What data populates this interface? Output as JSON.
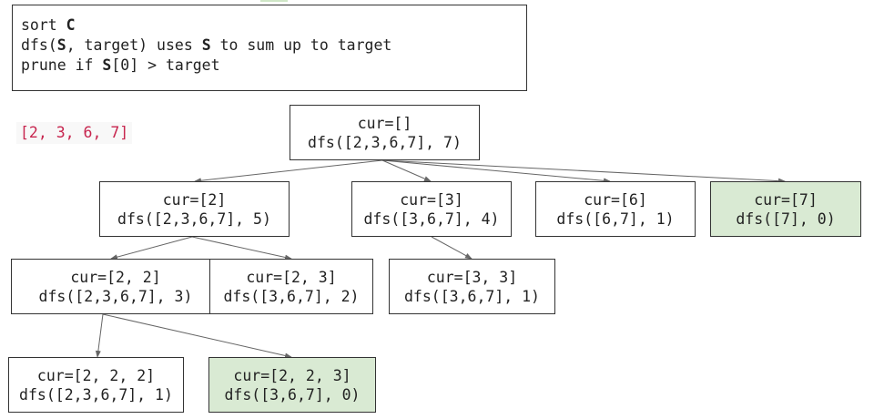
{
  "description": {
    "line1": {
      "prefix": "sort ",
      "bold": "C"
    },
    "line2": {
      "prefix": "dfs(",
      "bold1": "S",
      "mid": ", target) uses ",
      "bold2": "S",
      "suffix": " to sum up to target"
    },
    "line3": {
      "prefix": "prune if ",
      "bold": "S",
      "suffix": "[0] > target"
    }
  },
  "candidates_label": "[2, 3, 6, 7]",
  "colors": {
    "border": "#333333",
    "success_fill": "#d9ead3",
    "edge": "#666666",
    "code_text": "#c7254e"
  },
  "nodes": [
    {
      "id": "n0",
      "cur": "cur=[]",
      "call": "dfs([2,3,6,7], 7)",
      "success": false
    },
    {
      "id": "n1",
      "cur": "cur=[2]",
      "call": "dfs([2,3,6,7], 5)",
      "success": false
    },
    {
      "id": "n2",
      "cur": "cur=[3]",
      "call": "dfs([3,6,7], 4)",
      "success": false
    },
    {
      "id": "n3",
      "cur": "cur=[6]",
      "call": "dfs([6,7], 1)",
      "success": false
    },
    {
      "id": "n4",
      "cur": "cur=[7]",
      "call": "dfs([7], 0)",
      "success": true
    },
    {
      "id": "n5",
      "cur": "cur=[2, 2]",
      "call": "dfs([2,3,6,7], 3)",
      "success": false
    },
    {
      "id": "n6",
      "cur": "cur=[2, 3]",
      "call": "dfs([3,6,7], 2)",
      "success": false
    },
    {
      "id": "n7",
      "cur": "cur=[3, 3]",
      "call": "dfs([3,6,7], 1)",
      "success": false
    },
    {
      "id": "n8",
      "cur": "cur=[2, 2, 2]",
      "call": "dfs([2,3,6,7], 1)",
      "success": false
    },
    {
      "id": "n9",
      "cur": "cur=[2, 2, 3]",
      "call": "dfs([3,6,7], 0)",
      "success": true
    }
  ],
  "edges": [
    {
      "from": "n0",
      "to": "n1"
    },
    {
      "from": "n0",
      "to": "n2"
    },
    {
      "from": "n0",
      "to": "n3"
    },
    {
      "from": "n0",
      "to": "n4"
    },
    {
      "from": "n1",
      "to": "n5"
    },
    {
      "from": "n1",
      "to": "n6"
    },
    {
      "from": "n2",
      "to": "n7"
    },
    {
      "from": "n5",
      "to": "n8"
    },
    {
      "from": "n5",
      "to": "n9"
    }
  ]
}
